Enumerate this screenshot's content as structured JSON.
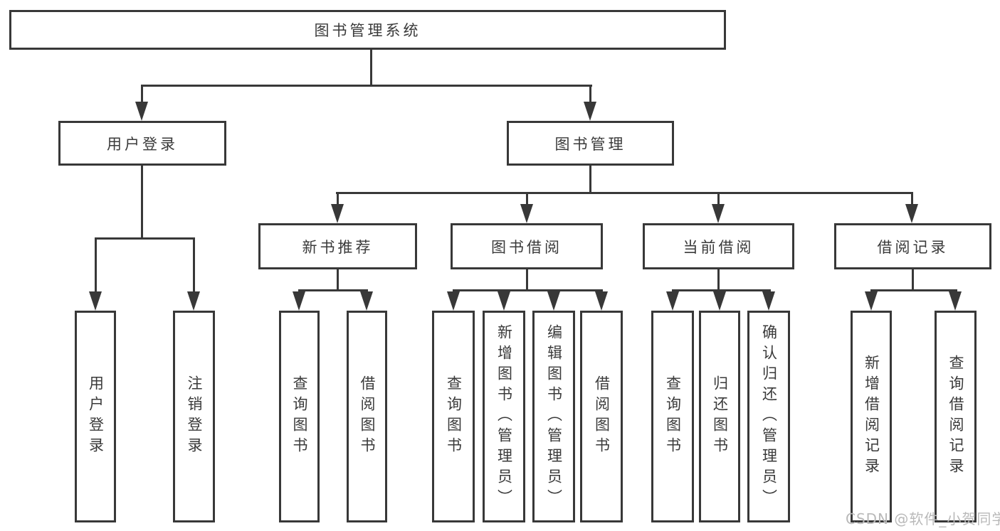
{
  "diagram": {
    "title_node": {
      "label": "图书管理系统"
    },
    "root": {
      "label": "图书管理系统"
    },
    "level2": [
      {
        "id": "user-login",
        "label": "用户登录"
      },
      {
        "id": "book-management",
        "label": "图书管理"
      }
    ],
    "level3": [
      {
        "id": "new-book-recommend",
        "parent": "图书管理",
        "label": "新书推荐"
      },
      {
        "id": "book-borrow",
        "parent": "图书管理",
        "label": "图书借阅"
      },
      {
        "id": "current-borrow",
        "parent": "图书管理",
        "label": "当前借阅"
      },
      {
        "id": "borrow-record",
        "parent": "图书管理",
        "label": "借阅记录"
      }
    ],
    "leaves": [
      {
        "parent": "用户登录",
        "label": "用户登录"
      },
      {
        "parent": "用户登录",
        "label": "注销登录"
      },
      {
        "parent": "新书推荐",
        "label": "查询图书"
      },
      {
        "parent": "新书推荐",
        "label": "借阅图书"
      },
      {
        "parent": "图书借阅",
        "label": "查询图书"
      },
      {
        "parent": "图书借阅",
        "label": "新增图书（管理员）"
      },
      {
        "parent": "图书借阅",
        "label": "编辑图书（管理员）"
      },
      {
        "parent": "图书借阅",
        "label": "借阅图书"
      },
      {
        "parent": "当前借阅",
        "label": "查询图书"
      },
      {
        "parent": "当前借阅",
        "label": "归还图书"
      },
      {
        "parent": "当前借阅",
        "label": "确认归还（管理员）"
      },
      {
        "parent": "借阅记录",
        "label": "新增借阅记录"
      },
      {
        "parent": "借阅记录",
        "label": "查询借阅记录"
      }
    ]
  },
  "watermark": {
    "text": "CSDN @软件_小贺同学"
  },
  "colors": {
    "line": "#383838",
    "text": "#3a3a3a",
    "box_background": "#ffffff",
    "page_background": "#ffffff",
    "watermark": "#b9b9b9"
  }
}
